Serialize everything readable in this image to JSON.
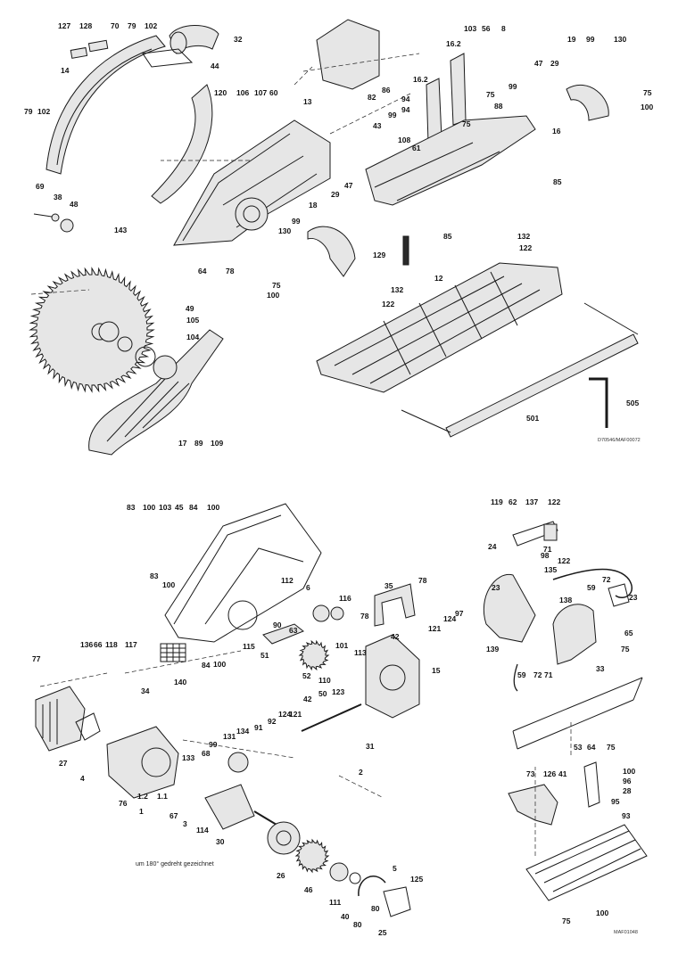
{
  "diagram": {
    "top_ref": "D70546/MAF00072",
    "bottom_ref": "MAF01048",
    "rotation_note": "um 180° gedreht gezeichnet",
    "labels_top": [
      "127",
      "128",
      "70",
      "79",
      "102",
      "32",
      "14",
      "44",
      "79",
      "102",
      "120",
      "106",
      "107",
      "60",
      "13",
      "69",
      "38",
      "48",
      "143",
      "49",
      "105",
      "104",
      "17",
      "89",
      "109",
      "103",
      "56",
      "8",
      "16.2",
      "16.2",
      "86",
      "82",
      "94",
      "99",
      "75",
      "43",
      "99",
      "94",
      "75",
      "108",
      "61",
      "88",
      "47",
      "29",
      "19",
      "99",
      "130",
      "75",
      "100",
      "16",
      "85",
      "85",
      "29",
      "47",
      "18",
      "99",
      "130",
      "75",
      "100",
      "64",
      "78",
      "129",
      "132",
      "122",
      "12",
      "132",
      "122",
      "505",
      "501"
    ],
    "labels_bottom": [
      "83",
      "100",
      "103",
      "45",
      "84",
      "100",
      "83",
      "100",
      "84",
      "100",
      "140",
      "115",
      "112",
      "6",
      "116",
      "90",
      "63",
      "51",
      "52",
      "110",
      "101",
      "113",
      "35",
      "78",
      "78",
      "42",
      "121",
      "124",
      "97",
      "15",
      "136",
      "66",
      "118",
      "117",
      "34",
      "77",
      "27",
      "4",
      "76",
      "1",
      "1.2",
      "1.1",
      "67",
      "3",
      "114",
      "133",
      "68",
      "99",
      "131",
      "134",
      "91",
      "92",
      "124",
      "121",
      "42",
      "50",
      "123",
      "31",
      "2",
      "30",
      "26",
      "46",
      "111",
      "40",
      "80",
      "5",
      "125",
      "80",
      "25",
      "119",
      "62",
      "137",
      "122",
      "24",
      "98",
      "71",
      "122",
      "135",
      "72",
      "59",
      "138",
      "23",
      "23",
      "65",
      "139",
      "59",
      "72",
      "71",
      "75",
      "33",
      "53",
      "64",
      "75",
      "100",
      "96",
      "28",
      "73",
      "126",
      "41",
      "95",
      "93",
      "100",
      "75"
    ]
  }
}
